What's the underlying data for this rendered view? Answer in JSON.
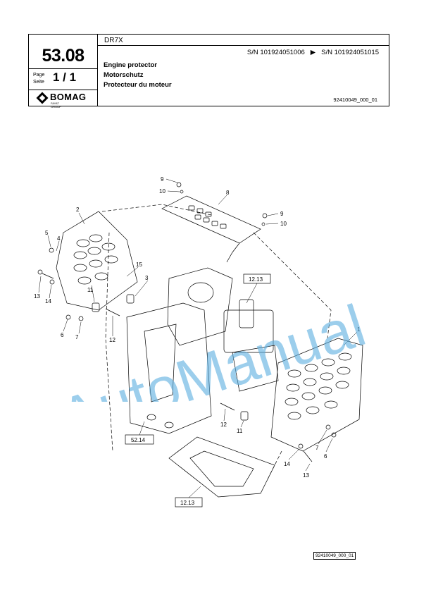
{
  "header": {
    "model": "DR7X",
    "group_number": "53.08",
    "page_label_en": "Page",
    "page_label_de": "Seite",
    "page_value": "1 / 1",
    "sn_from": "S/N 101924051006",
    "sn_arrow": "▶",
    "sn_to": "S/N 101924051015",
    "title_en": "Engine protector",
    "title_de": "Motorschutz",
    "title_fr": "Protecteur du moteur",
    "doc_number": "92410049_000_01",
    "logo_name": "BOMAG",
    "logo_sub": "FAYAT GROUP"
  },
  "callouts": [
    "1",
    "2",
    "3",
    "4",
    "5",
    "6",
    "7",
    "8",
    "9",
    "10",
    "11",
    "12",
    "13",
    "14",
    "15"
  ],
  "callout_labels": {
    "c9a": "9",
    "c10a": "10",
    "c8": "8",
    "c9b": "9",
    "c10b": "10",
    "c2": "2",
    "c5": "5",
    "c4": "4",
    "c13a": "13",
    "c14a": "14",
    "c15": "15",
    "c3": "3",
    "c11a": "11",
    "c6a": "6",
    "c7a": "7",
    "c12a": "12",
    "c1": "1",
    "c7b": "7",
    "c6b": "6",
    "c12b": "12",
    "c11b": "11",
    "c14b": "14",
    "c13b": "13"
  },
  "references": {
    "ref_top": "12.13",
    "ref_mid": "52.14",
    "ref_bottom": "12.13"
  },
  "footer_ref": "92410049_000_01",
  "watermark": "AutoManual"
}
